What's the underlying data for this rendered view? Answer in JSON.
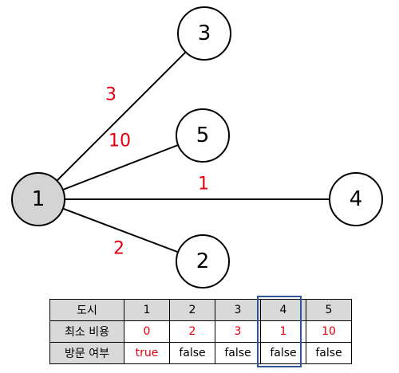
{
  "nodes": [
    {
      "id": "1",
      "label": "1",
      "fill": "#d4d4d4"
    },
    {
      "id": "2",
      "label": "2",
      "fill": "#ffffff"
    },
    {
      "id": "3",
      "label": "3",
      "fill": "#ffffff"
    },
    {
      "id": "4",
      "label": "4",
      "fill": "#ffffff"
    },
    {
      "id": "5",
      "label": "5",
      "fill": "#ffffff"
    }
  ],
  "edges": [
    {
      "from": "1",
      "to": "3",
      "weight": "3"
    },
    {
      "from": "1",
      "to": "5",
      "weight": "10"
    },
    {
      "from": "1",
      "to": "4",
      "weight": "1"
    },
    {
      "from": "1",
      "to": "2",
      "weight": "2"
    }
  ],
  "colors": {
    "edge_label": "#e3000f",
    "table_header_bg": "#d9d9d9",
    "highlight_border": "#2f5597",
    "value_red": "#e3000f"
  },
  "table": {
    "row_headers": [
      "도시",
      "최소 비용",
      "방문 여부"
    ],
    "cities": [
      "1",
      "2",
      "3",
      "4",
      "5"
    ],
    "min_cost": [
      "0",
      "2",
      "3",
      "1",
      "10"
    ],
    "visited": [
      "true",
      "false",
      "false",
      "false",
      "false"
    ],
    "highlight_column": "4"
  }
}
